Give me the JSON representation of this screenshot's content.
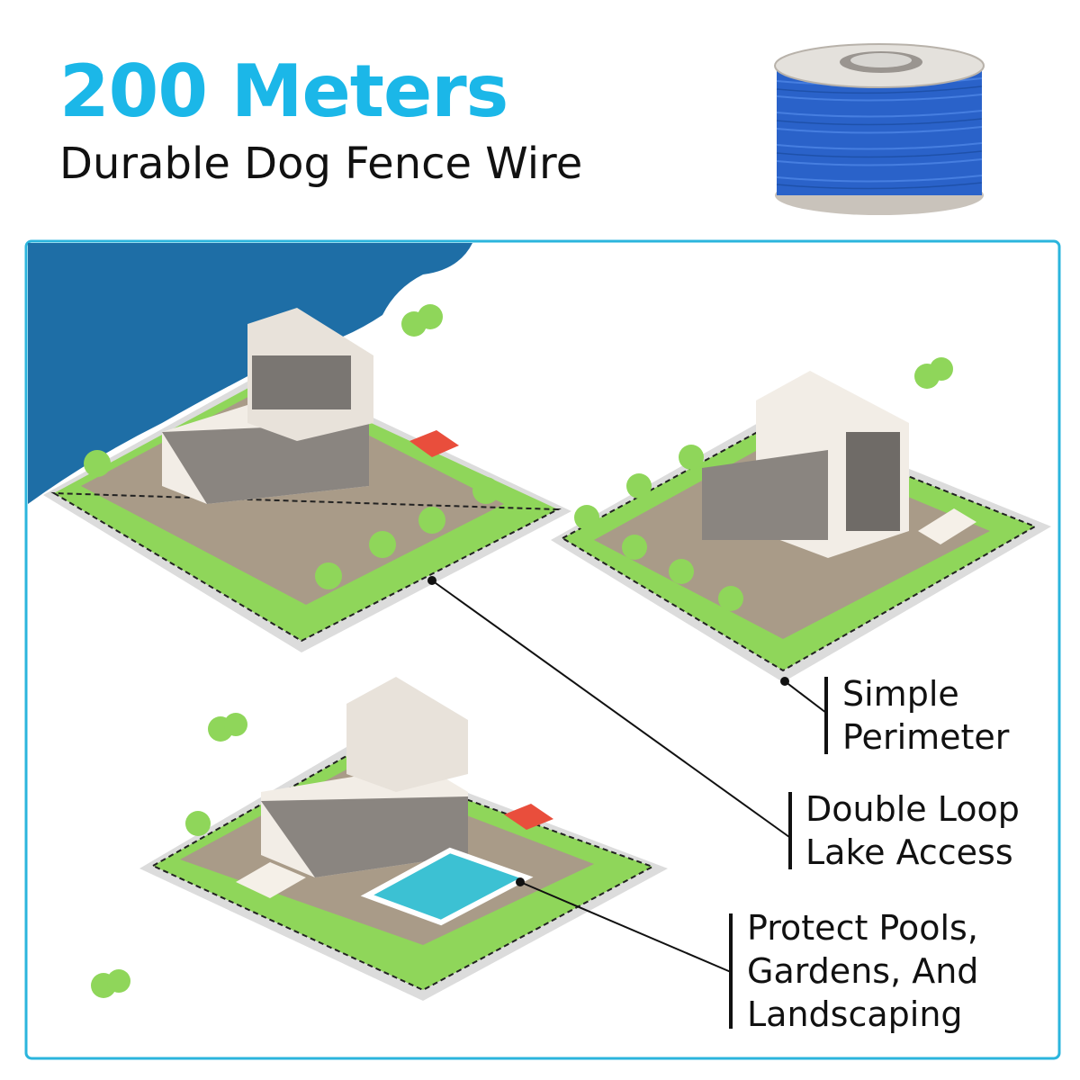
{
  "header": {
    "title": "200 Meters",
    "subtitle": "Durable Dog Fence Wire"
  },
  "callouts": [
    {
      "lines": [
        "Simple",
        "Perimeter"
      ]
    },
    {
      "lines": [
        "Double Loop",
        "Lake Access"
      ]
    },
    {
      "lines": [
        "Protect Pools,",
        "Gardens, And",
        "Landscaping"
      ]
    }
  ],
  "colors": {
    "accent": "#1bb7e8",
    "frame": "#2bb5dd",
    "lake": "#1e6ea6",
    "wire": "#2a62c9",
    "grass": "#8fd65a",
    "ground": "#a99b88",
    "pool": "#3cc1d3"
  }
}
